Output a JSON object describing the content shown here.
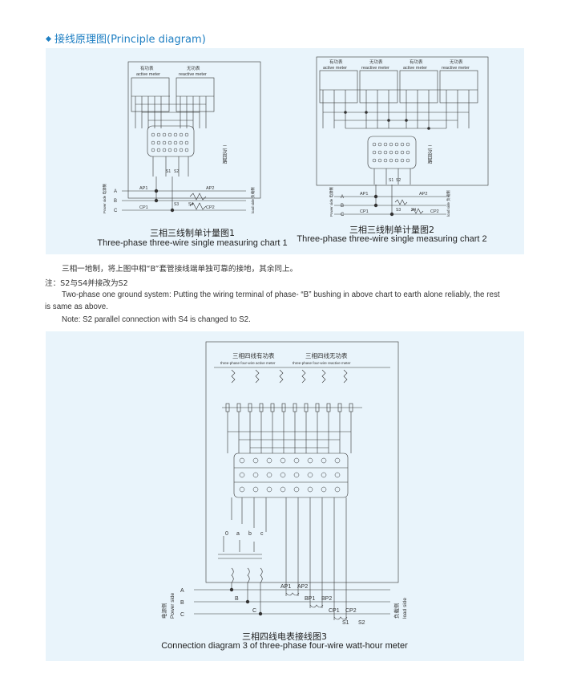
{
  "section": {
    "title": "接线原理图(Principle diagram)"
  },
  "chart1": {
    "caption_cn": "三相三线制单计量图1",
    "caption_en": "Three-phase three-wire single measuring chart 1",
    "meter1_cn": "有功表",
    "meter1_en": "active meter",
    "meter2_cn": "无功表",
    "meter2_en": "reactive meter",
    "secondary_loop": "二次回路",
    "phases": [
      "A",
      "B",
      "C"
    ],
    "power_side": "Power side 电源侧",
    "load_side": "load side 负载侧",
    "labels": [
      "AP1",
      "AP2",
      "CP1",
      "CP2",
      "S1",
      "S2",
      "S3",
      "S4"
    ]
  },
  "chart2": {
    "caption_cn": "三相三线制单计量图2",
    "caption_en": "Three-phase three-wire single measuring chart 2",
    "meters": [
      {
        "cn": "有功表",
        "en": "active meter"
      },
      {
        "cn": "无功表",
        "en": "reactive meter"
      },
      {
        "cn": "有功表",
        "en": "active meter"
      },
      {
        "cn": "无功表",
        "en": "reactive meter"
      }
    ],
    "secondary_loop": "二次回路",
    "phases": [
      "A",
      "B",
      "C"
    ],
    "power_side": "Power side 电源侧",
    "load_side": "load side 负载侧",
    "labels": [
      "AP1",
      "AP2",
      "CP1",
      "CP2",
      "S1",
      "S2",
      "S3",
      "S4"
    ]
  },
  "notes": {
    "line1": "三相一地制，将上图中相“B”套管接线端单独可靠的接地，其余同上。",
    "line2": "注：S2与S4并接改为S2",
    "line3a": "Two-phase one ground system: Putting the wiring terminal of phase- “B” bushing in above chart to earth alone reliably, the rest",
    "line3b": "is same as above.",
    "line4": "Note: S2 parallel connection with S4 is changed to S2."
  },
  "chart3": {
    "caption_cn": "三相四线电表接线图3",
    "caption_en": "Connection diagram 3 of three-phase four-wire watt-hour meter",
    "meter1_cn": "三相四线有功表",
    "meter1_en": "three-phase four-wire active meter",
    "meter2_cn": "三相四线无功表",
    "meter2_en": "three-phase four-wire reactive meter",
    "phases": [
      "A",
      "B",
      "C"
    ],
    "power_side_cn": "电源侧",
    "power_side_en": "Power side",
    "load_side_cn": "负载侧",
    "load_side_en": "load side",
    "neutral_labels": [
      "0",
      "a",
      "b",
      "c"
    ],
    "ct_labels": [
      "AP1",
      "AP2",
      "BP1",
      "BP2",
      "CP1",
      "CP2",
      "S1",
      "S2"
    ],
    "phase_taps": [
      "B",
      "C"
    ]
  }
}
